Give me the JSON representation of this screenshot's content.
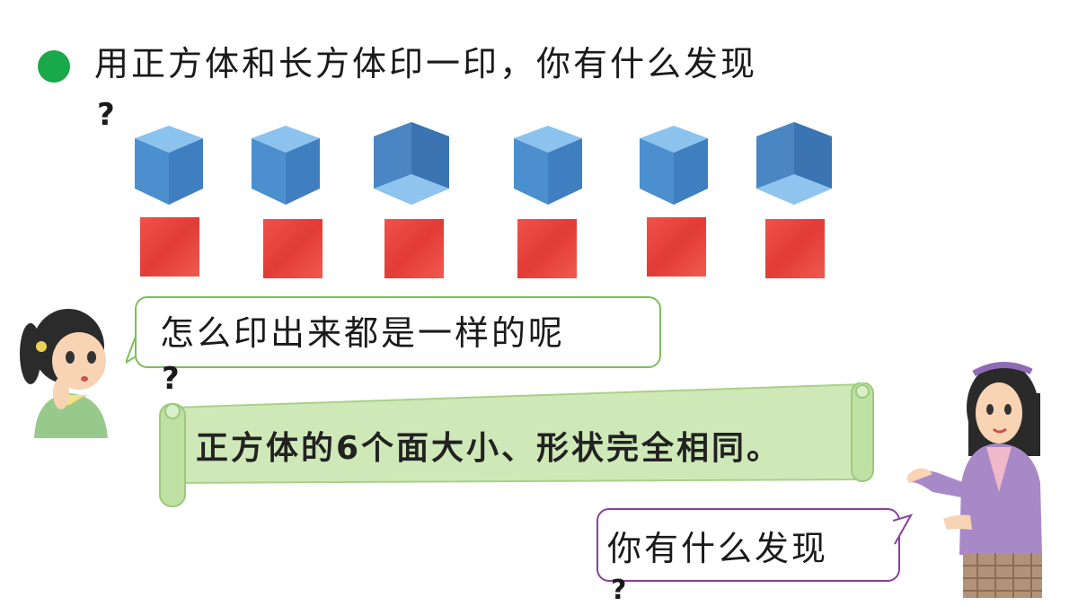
{
  "title": "用正方体和长方体印一印，你有什么发现",
  "title_q": "?",
  "bubble_girl": {
    "text": "怎么印出来都是一样的呢",
    "q": "?"
  },
  "scroll_note": "正方体的6个面大小、形状完全相同。",
  "bubble_teacher": {
    "text": "你有什么发现",
    "q": "?"
  },
  "colors": {
    "bullet": "#19a84a",
    "cube": "#4e97d6",
    "square": "#e8463f",
    "scroll": "#cfe8b8",
    "bubble_girl_border": "#7cbf5a",
    "bubble_teacher_border": "#8b3fa0"
  },
  "icons": {
    "bullet": "green-dot-icon",
    "cube": "blue-cube",
    "square": "red-square-print"
  }
}
